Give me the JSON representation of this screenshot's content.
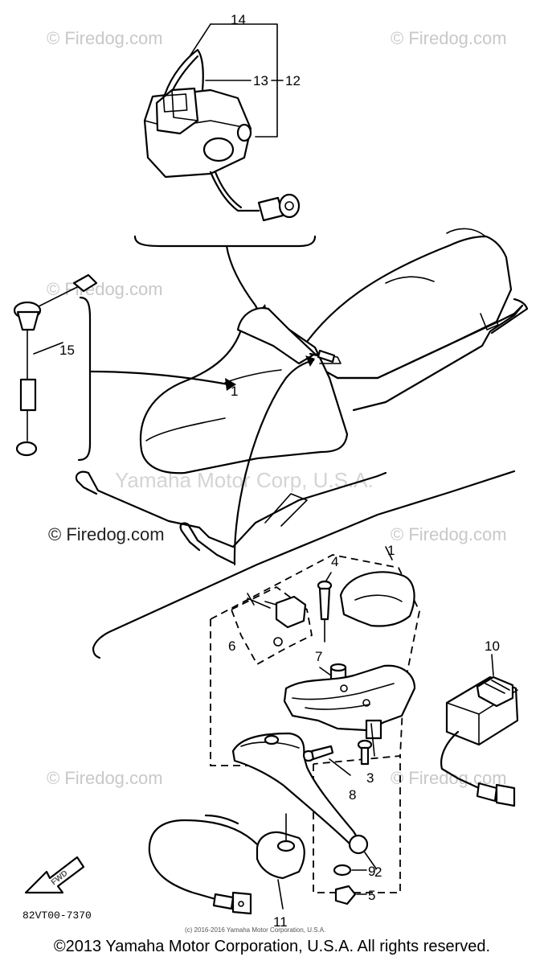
{
  "watermarks": {
    "firedog": "© Firedog.com",
    "firedog_left": "© Firedog.com",
    "yamaha_center": "Yamaha Motor Corp, U.S.A."
  },
  "part_labels": {
    "p1": "1",
    "p1b": "1",
    "p2": "2",
    "p3": "3",
    "p4": "4",
    "p5": "5",
    "p6": "6",
    "p7": "7",
    "p8": "8",
    "p9": "9",
    "p10": "10",
    "p11": "11",
    "p12": "12",
    "p13": "13",
    "p14": "14",
    "p15": "15"
  },
  "diagram_code": "82VT00-7370",
  "fwd_label": "FWD",
  "small_copyright": "(c) 2016-2016 Yamaha Motor Corporation, U.S.A.",
  "footer_copyright": "©2013 Yamaha Motor Corporation, U.S.A. All rights reserved."
}
